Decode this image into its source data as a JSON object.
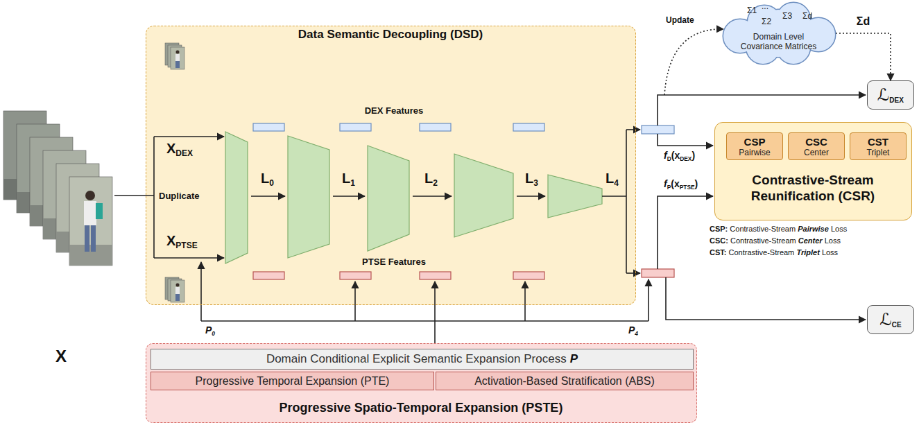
{
  "diagram": {
    "nodes": [
      {
        "text": [
          "Data Semantic Decoupling (DSD)"
        ]
      },
      {
        "text": [
          "Progressive Spatio-Temporal Expansion (PSTE)"
        ]
      },
      {
        "text": [
          "Domain Conditional Explicit Semantic Expansion Process",
          "P"
        ],
        "in": 1
      },
      {
        "text": [
          "Progressive Temporal Expansion (PTE)"
        ],
        "in": 1
      },
      {
        "text": [
          "Activation-Based Stratification (ABS)"
        ],
        "in": 1
      },
      {
        "text": [
          "Σ1",
          "...",
          "Σ2",
          "Σ3",
          "Σd",
          "Domain Level Covariance Matrices"
        ]
      },
      {
        "text": [
          "ℒ",
          "DEX"
        ]
      },
      {
        "text": [
          "Contrastive-Stream Reunification (CSR)"
        ]
      },
      {
        "text": [
          "CSP",
          "Pairwise"
        ],
        "in": 7
      },
      {
        "text": [
          "CSC",
          "Center"
        ],
        "in": 7
      },
      {
        "text": [
          "CST",
          "Triplet"
        ],
        "in": 7
      },
      {
        "text": [
          "ℒ",
          "CE"
        ]
      }
    ],
    "edges": [
      {
        "from": 5,
        "to": 6,
        "arrow": "to",
        "label": "Σd"
      }
    ],
    "labels": [
      "X",
      "Duplicate",
      "X",
      "DEX",
      "X",
      "PTSE",
      "DEX Features",
      "PTSE Features",
      "L",
      "0",
      "L",
      "1",
      "L",
      "2",
      "L",
      "3",
      "L",
      "4",
      "P",
      "0",
      "P",
      "4",
      "Update",
      "f",
      "D",
      "(x",
      "DEX",
      ")",
      "f",
      "P",
      "(x",
      "PTSE",
      ")",
      "CSP:",
      "Contrastive-Stream",
      "Pairwise",
      "Loss",
      "CSC:",
      "Contrastive-Stream",
      "Center",
      "Loss",
      "CST:",
      "Contrastive-Stream",
      "Triplet",
      "Loss"
    ]
  }
}
